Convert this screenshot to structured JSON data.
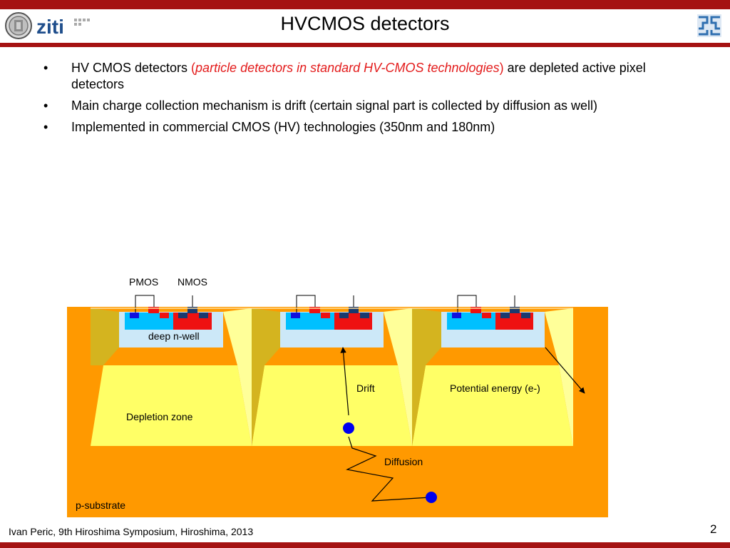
{
  "slide": {
    "title": "HVCMOS detectors",
    "page_number": "2",
    "footer": "Ivan Peric, 9th Hiroshima Symposium, Hiroshima, 2013"
  },
  "logos": {
    "left_text": "ziti",
    "left_icon": "university-seal-icon",
    "right_icon": "institute-logo-icon"
  },
  "bullets": [
    {
      "text_before": "HV CMOS detectors ",
      "paren_open": "(",
      "highlight": "particle detectors in standard HV-CMOS technologies",
      "paren_close": ")",
      "text_after": " are depleted active pixel detectors"
    },
    {
      "text": "Main charge collection mechanism is drift (certain signal part is collected by diffusion as well)"
    },
    {
      "text": "Implemented in commercial CMOS (HV) technologies (350nm and 180nm)"
    }
  ],
  "bullet_symbol": "•",
  "diagram": {
    "labels": {
      "pmos": "PMOS",
      "nmos": "NMOS",
      "deep_nwell": "deep n-well",
      "drift": "Drift",
      "potential": "Potential energy (e-)",
      "depletion": "Depletion zone",
      "diffusion": "Diffusion",
      "substrate": "p-substrate"
    },
    "colors": {
      "substrate": "#ff9900",
      "depletion": "#ffff66",
      "nwell": "#cce8f8",
      "pmos_well": "#00c0ff",
      "nmos_well": "#ee1111",
      "electron": "#0000ee",
      "accent": "#a51212"
    }
  }
}
